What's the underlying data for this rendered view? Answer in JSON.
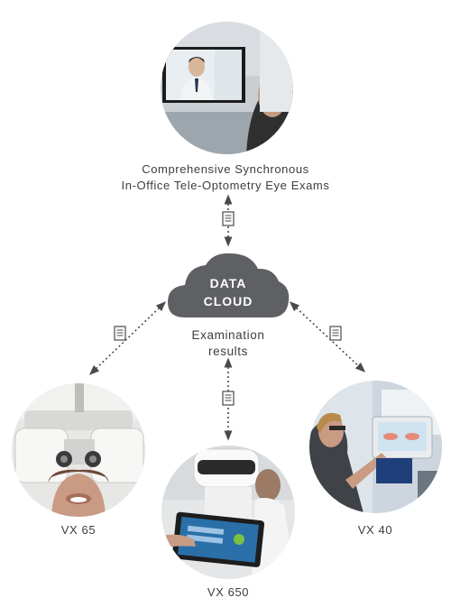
{
  "top_node": {
    "line1": "Comprehensive Synchronous",
    "line2": "In-Office Tele-Optometry Eye Exams"
  },
  "cloud": {
    "line1": "DATA",
    "line2": "CLOUD"
  },
  "cloud_caption": {
    "line1": "Examination",
    "line2": "results"
  },
  "devices": {
    "left": "VX 65",
    "bottom": "VX 650",
    "right": "VX 40"
  },
  "colors": {
    "cloud": "#5e6063",
    "connector": "#4a4a4a",
    "text": "#3d3d3d"
  }
}
